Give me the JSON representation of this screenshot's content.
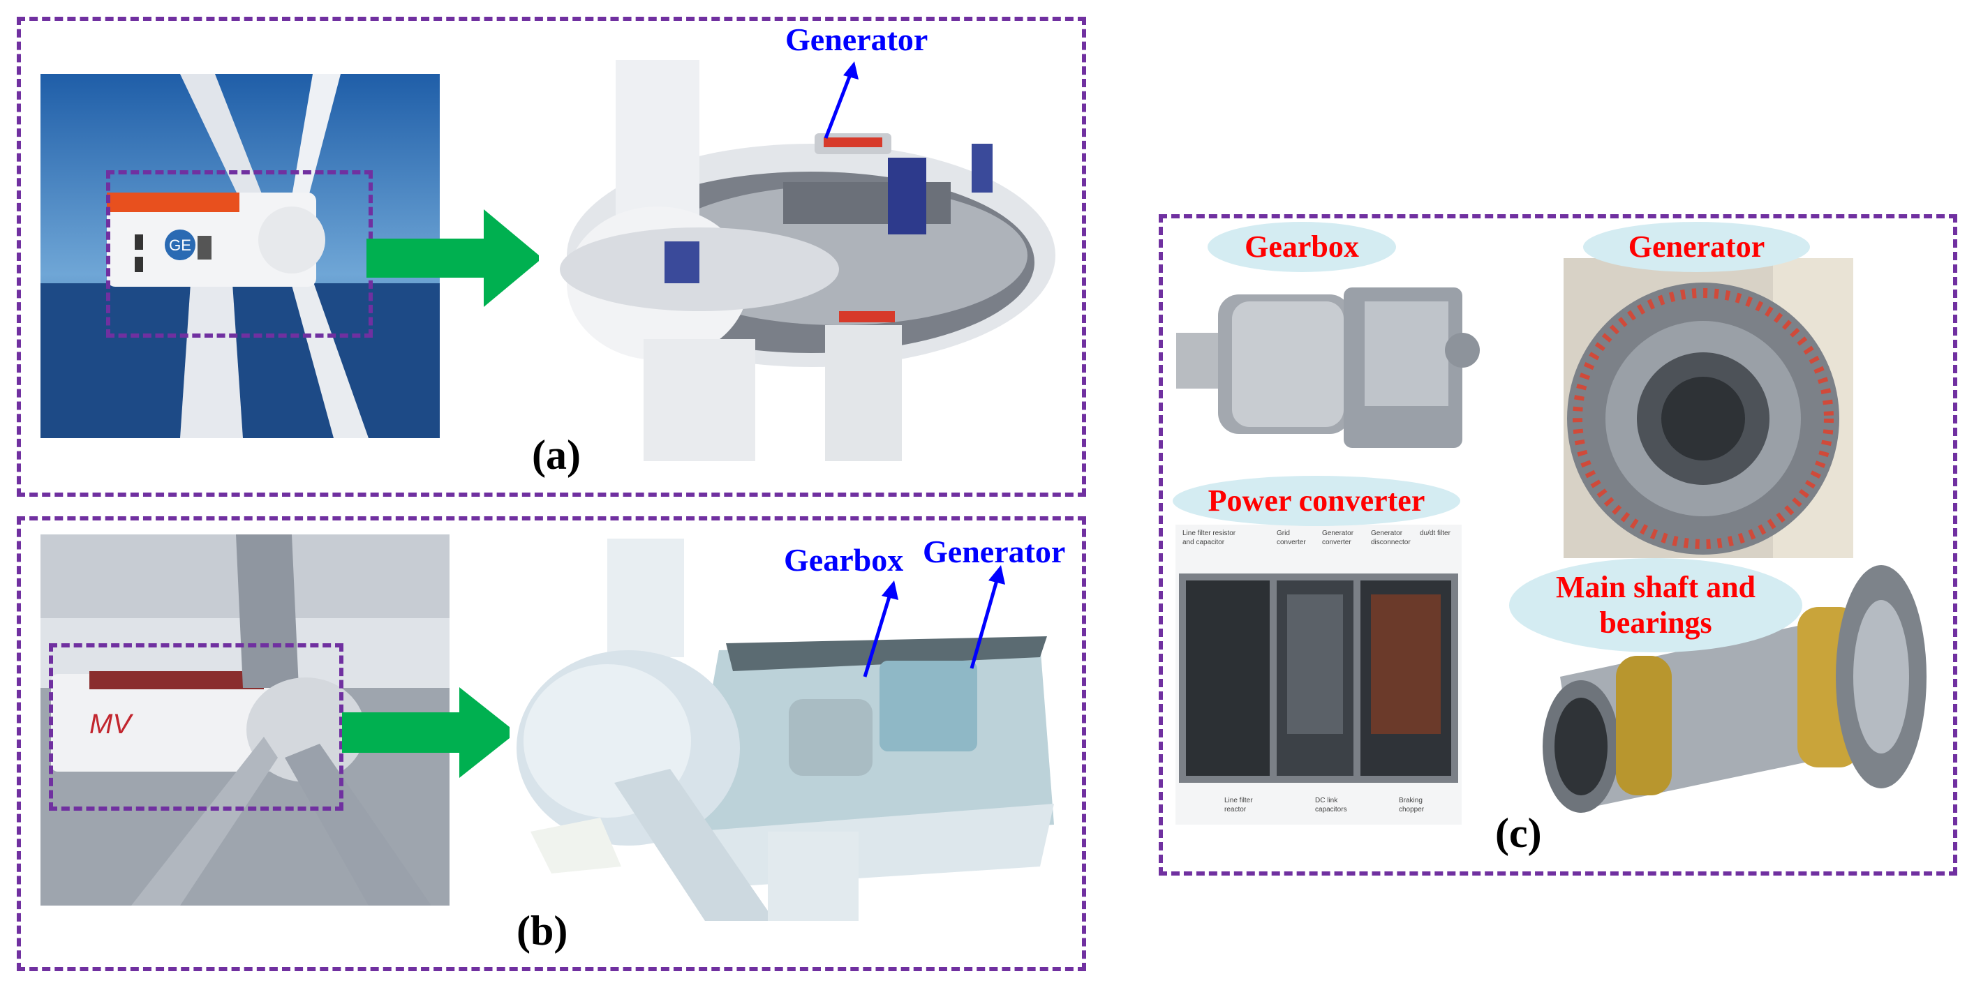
{
  "panels": {
    "a": {
      "caption": "(a)",
      "generator_label": "Generator"
    },
    "b": {
      "caption": "(b)",
      "gearbox_label": "Gearbox",
      "generator_label": "Generator"
    },
    "c": {
      "caption": "(c)",
      "gearbox_label": "Gearbox",
      "generator_label": "Generator",
      "power_converter_label": "Power converter",
      "main_shaft_label_line1": "Main shaft and",
      "main_shaft_label_line2": "bearings",
      "converter_top_labels": [
        "Line filter resistor",
        "and capacitor",
        "Grid",
        "converter",
        "Generator",
        "converter",
        "Generator",
        "disconnector",
        "du/dt filter"
      ],
      "converter_bottom_labels": [
        "Line filter",
        "reactor",
        "DC link",
        "capacitors",
        "Braking",
        "chopper"
      ]
    }
  },
  "colors": {
    "dashed_border": "#7030a0",
    "arrow_green": "#00b050",
    "label_blue": "#0000ff",
    "label_red": "#ff0000",
    "label_bubble": "#d4ecf2"
  }
}
